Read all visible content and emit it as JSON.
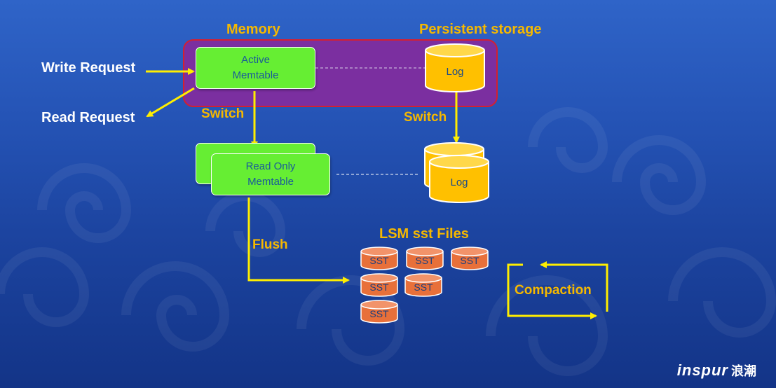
{
  "headers": {
    "memory": "Memory",
    "persistent_storage": "Persistent storage"
  },
  "requests": {
    "write": "Write Request",
    "read": "Read Request"
  },
  "memtables": {
    "active": [
      "Active",
      "Memtable"
    ],
    "read_only": [
      "Read Only",
      "Memtable"
    ]
  },
  "logs": {
    "log_label": "Log"
  },
  "transitions": {
    "switch_memory": "Switch",
    "switch_storage": "Switch",
    "flush": "Flush",
    "compaction": "Compaction"
  },
  "lsm": {
    "title": "LSM sst Files",
    "file_label": "SST",
    "file_count": 6
  },
  "brand": {
    "logo_text": "inspur",
    "logo_cn": "浪潮"
  },
  "colors": {
    "accent_yellow": "#f5b800",
    "arrow_yellow": "#ffee00",
    "memtable_green": "#66ee33",
    "memory_region": "#7b2fa0",
    "memory_border": "#d42030",
    "log_cylinder": "#ffc000",
    "sst_cylinder": "#e8703a"
  }
}
